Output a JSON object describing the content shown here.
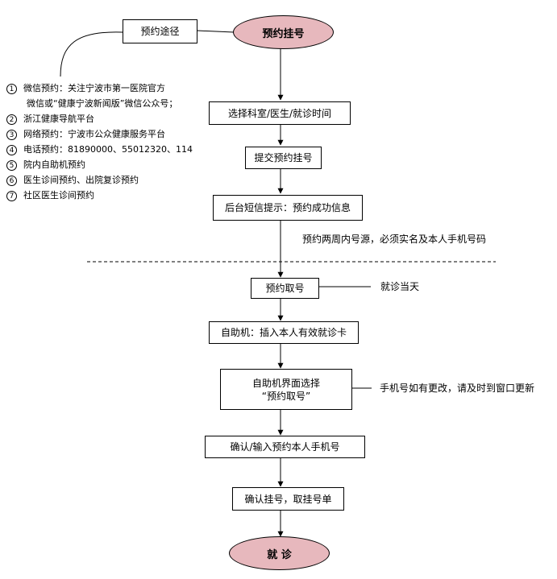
{
  "nodes": {
    "start": "预约挂号",
    "channels": "预约途径",
    "select_dept": "选择科室/医生/就诊时间",
    "submit": "提交预约挂号",
    "sms": "后台短信提示：预约成功信息",
    "get_number": "预约取号",
    "kiosk_insert": "自助机：插入本人有效就诊卡",
    "kiosk_select_line1": "自助机界面选择",
    "kiosk_select_line2": "“预约取号”",
    "confirm_phone": "确认/输入预约本人手机号",
    "confirm_ticket": "确认挂号，取挂号单",
    "end": "就 诊"
  },
  "notes": {
    "two_weeks": "预约两周内号源，必须实名及本人手机号码",
    "same_day": "就诊当天",
    "phone_change": "手机号如有更改，请及时到窗口更新"
  },
  "channel_list": [
    {
      "num": "1",
      "line1": "微信预约：关注宁波市第一医院官方",
      "line2": "微信或“健康宁波新闻版”微信公众号；"
    },
    {
      "num": "2",
      "line1": "浙江健康导航平台"
    },
    {
      "num": "3",
      "line1": "网络预约：宁波市公众健康服务平台"
    },
    {
      "num": "4",
      "line1": "电话预约：81890000、55012320、114"
    },
    {
      "num": "5",
      "line1": "院内自助机预约"
    },
    {
      "num": "6",
      "line1": "医生诊间预约、出院复诊预约"
    },
    {
      "num": "7",
      "line1": "社区医生诊间预约"
    }
  ]
}
